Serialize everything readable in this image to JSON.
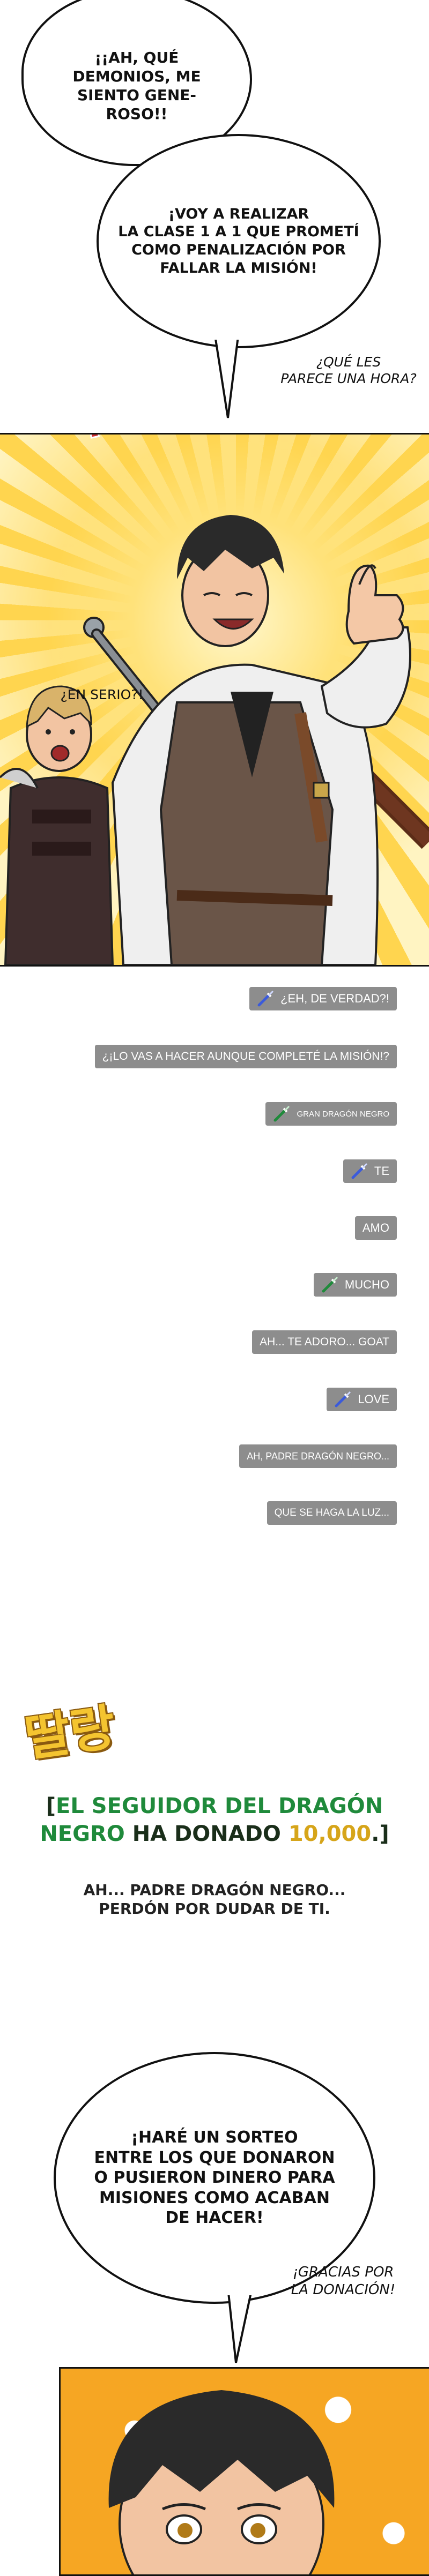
{
  "page1": {
    "bubble_top": "¡¡AH, QUÉ\nDEMONIOS, ME\nSIENTO GENE-\nROSO!!",
    "bubble_mid": "¡VOY A REALIZAR\nLA CLASE 1 A 1 QUE PROMETÍ\nCOMO PENALIZACIÓN POR\nFALLAR LA MISIÓN!",
    "side_text": "¿QUÉ LES\nPARECE UNA HORA?",
    "sfx": "척"
  },
  "panel1": {
    "speech": "¿EN SERIO?!"
  },
  "chat": {
    "messages": [
      {
        "text": "¿EH, DE VERDAD?!",
        "icon": "blue-sword-icon",
        "sword_color": "#3b5bdb"
      },
      {
        "text": "¿¡LO VAS A HACER AUNQUE COMPLETÉ LA MISIÓN!?",
        "icon": "",
        "sword_color": ""
      },
      {
        "text": "GRAN DRAGÓN NEGRO",
        "icon": "green-sword-icon",
        "sword_color": "#1f8a3b"
      },
      {
        "text": "TE",
        "icon": "blue-sword-icon",
        "sword_color": "#3b5bdb"
      },
      {
        "text": "AMO",
        "icon": "",
        "sword_color": ""
      },
      {
        "text": "MUCHO",
        "icon": "green-sword-icon",
        "sword_color": "#1f8a3b"
      },
      {
        "text": "AH... TE ADORO... GOAT",
        "icon": "",
        "sword_color": ""
      },
      {
        "text": "LOVE",
        "icon": "blue-sword-icon",
        "sword_color": "#3b5bdb"
      },
      {
        "text": "AH, PADRE DRAGÓN NEGRO...",
        "icon": "",
        "sword_color": ""
      },
      {
        "text": "QUE SE HAGA LA LUZ...",
        "icon": "",
        "sword_color": ""
      }
    ]
  },
  "donation": {
    "sfx": "딸랑",
    "bracket_open": "[",
    "name_part1": "EL SEGUIDOR DEL DRAGÓN",
    "name_part2": "NEGRO",
    "donated": " HA DONADO ",
    "amount": "10,000",
    "bracket_close": ".]",
    "reaction": "AH... PADRE DRAGÓN NEGRO...\nPERDÓN POR DUDAR DE TI."
  },
  "page2": {
    "bubble": "¡HARÉ UN SORTEO\nENTRE LOS QUE DONARON\nO PUSIERON DINERO PARA\nMISIONES COMO ACABAN\nDE HACER!",
    "side_text": "¡GRACIAS POR\nLA DONACIÓN!"
  },
  "colors": {
    "chat_bg": "#8d8d8d",
    "donation_green": "#1f8a3b",
    "donation_gold": "#d6a51a",
    "sfx_red": "#d32f2f",
    "sfx_yellow": "#f4c430"
  }
}
